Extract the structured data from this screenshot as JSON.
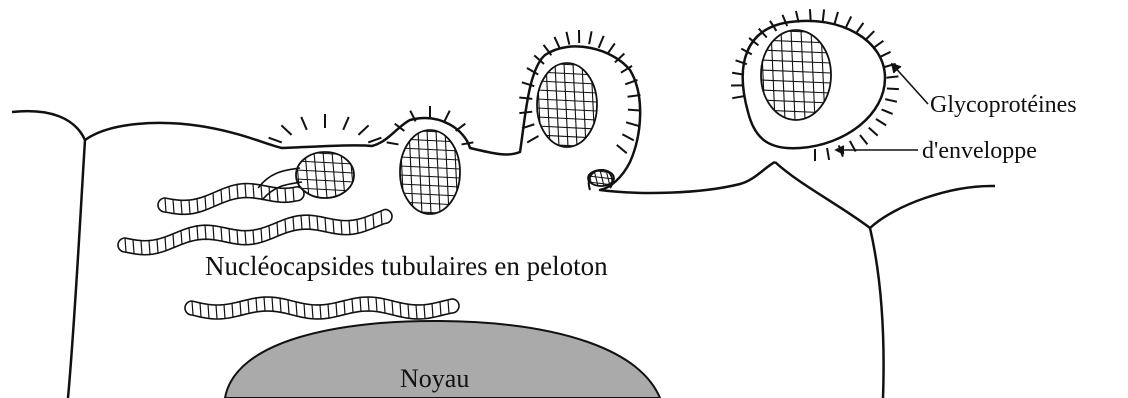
{
  "labels": {
    "glyco_line1": "Glycoprotéines",
    "glyco_line2": "d'enveloppe",
    "nucleocapsides": "Nucléocapsides tubulaires en peloton",
    "noyau": "Noyau"
  },
  "colors": {
    "stroke": "#111111",
    "nucleus_fill": "#aaaaaa",
    "background": "#ffffff"
  }
}
